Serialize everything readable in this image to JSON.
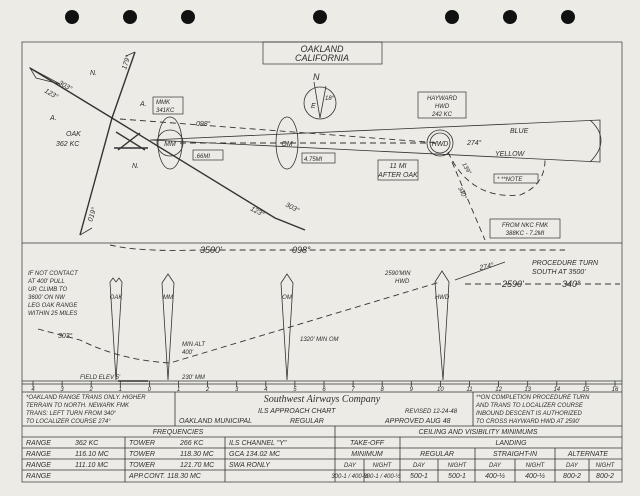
{
  "plan": {
    "location": [
      "OAKLAND",
      "CALIFORNIA"
    ],
    "compass": {
      "north": "N",
      "east": "E",
      "variation": "18°"
    },
    "oak": {
      "name": "OAK",
      "freq": "362 KC",
      "quad_a": "A.",
      "quad_n1": "N.",
      "quad_n2": "N.",
      "quad_a2": "A."
    },
    "bearings": {
      "b303": "303°",
      "b123": "123°",
      "b179": "179°",
      "b019": "019°",
      "b098": "098°",
      "b123b": "123°",
      "b303b": "303°",
      "b274": "274°",
      "b139": "139°",
      "b340": "340°"
    },
    "mmk": [
      "MMK",
      "341KC"
    ],
    "mm_label": "MM",
    "om_label": "OM",
    "hwd_label": "HWD",
    "dist_mm": ".66MI",
    "dist_om": "4.75MI",
    "after_oak": [
      "11 MI",
      "AFTER OAK"
    ],
    "hayward": [
      "HAYWARD",
      "HWD",
      "242 KC"
    ],
    "blue": "BLUE",
    "yellow": "YELLOW",
    "note": "* **NOTE",
    "from_nkc": [
      "FROM NKC FMK",
      "388KC - 7.2MI"
    ]
  },
  "profile": {
    "alt_3500": "3500'",
    "hdg_098": "098°",
    "hdg_274": "274°",
    "proc_turn": [
      "PROCEDURE TURN",
      "SOUTH AT 3500'"
    ],
    "alt_2590": "2590'",
    "hdg_340": "340°",
    "hwd_min": [
      "2590'MIN",
      "HWD"
    ],
    "missed": [
      "IF NOT CONTACT",
      "AT 400' PULL",
      "UP, CLIMB TO",
      "3600' ON NW",
      "LEG OAK RANGE",
      "WITHIN 25 MILES"
    ],
    "hdg_303": "303°",
    "min_alt": [
      "MIN ALT",
      "400'"
    ],
    "om_min": "1320' MIN OM",
    "field_elev": "FIELD ELEV 5'",
    "mm_min": "230' MM",
    "markers": [
      "OAK",
      "MM",
      "OM",
      "HWD"
    ],
    "scale": [
      "4",
      "3",
      "2",
      "1",
      "0",
      "1",
      "2",
      "3",
      "4",
      "5",
      "6",
      "7",
      "8",
      "9",
      "10",
      "11",
      "12",
      "13",
      "14",
      "15",
      "16"
    ]
  },
  "title_block": {
    "left_note": [
      "*OAKLAND RANGE TRANS ONLY. HIGHER",
      "TERRAIN TO NORTH. NEWARK FMK",
      "TRANS: LEFT TURN FROM 340°",
      "TO LOCALIZER COURSE 274°"
    ],
    "company": "Southwest Airways Company",
    "chart_name": "ILS APPROACH CHART",
    "revised": "REVISED 12-24-48",
    "airport": "OAKLAND MUNICIPAL",
    "type": "REGULAR",
    "approved": "APPROVED AUG 48",
    "right_note": [
      "**ON COMPLETION PROCEDURE TURN",
      "AND TRANS TO LOCALIZER COURSE",
      "INBOUND DESCENT IS AUTHORIZED",
      "TO CROSS HAYWARD HWD AT 2590'"
    ]
  },
  "frequencies": {
    "title": "FREQUENCIES",
    "rows": [
      [
        "RANGE",
        "362 KC",
        "TOWER",
        "266 KC",
        "ILS CHANNEL \"Y\""
      ],
      [
        "RANGE",
        "116.10 MC",
        "TOWER",
        "118.30 MC",
        "GCA  134.02 MC"
      ],
      [
        "RANGE",
        "111.10 MC",
        "TOWER",
        "121.70 MC",
        "SWA  RONLY"
      ],
      [
        "RANGE",
        "",
        "APP.CONT. 118.30 MC",
        "",
        ""
      ]
    ]
  },
  "minimums": {
    "title": "CEILING AND VISIBILITY MINIMUMS",
    "takeoff": [
      "TAKE-OFF",
      "MINIMUM"
    ],
    "landing": "LANDING",
    "regular": "REGULAR",
    "straight": "STRAIGHT-IN",
    "alternate": "ALTERNATE",
    "day": "DAY",
    "night": "NIGHT",
    "values": [
      "300-1 / 400-½",
      "300-1 / 400-½",
      "500-1",
      "500-1",
      "400-½",
      "400-½",
      "800-2",
      "800-2"
    ]
  }
}
